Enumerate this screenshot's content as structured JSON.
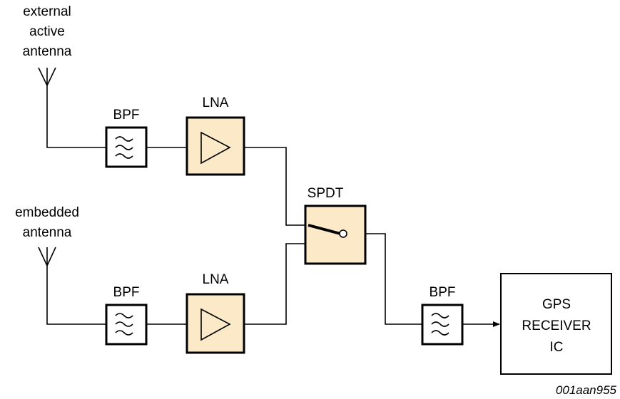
{
  "antennas": {
    "top": {
      "label_lines": [
        "external",
        "active",
        "antenna"
      ]
    },
    "bottom": {
      "label_lines": [
        "embedded",
        "antenna"
      ]
    }
  },
  "blocks": {
    "bpf_top": {
      "label": "BPF"
    },
    "lna_top": {
      "label": "LNA"
    },
    "spdt": {
      "label": "SPDT"
    },
    "bpf_bottom": {
      "label": "BPF"
    },
    "lna_bottom": {
      "label": "LNA"
    },
    "bpf_out": {
      "label": "BPF"
    },
    "gps": {
      "label_lines": [
        "GPS",
        "RECEIVER",
        "IC"
      ]
    }
  },
  "figure_ref": "001aan955",
  "colors": {
    "amplifier_fill": "#fbe9c8",
    "line": "#000000",
    "box_fill": "#ffffff"
  }
}
